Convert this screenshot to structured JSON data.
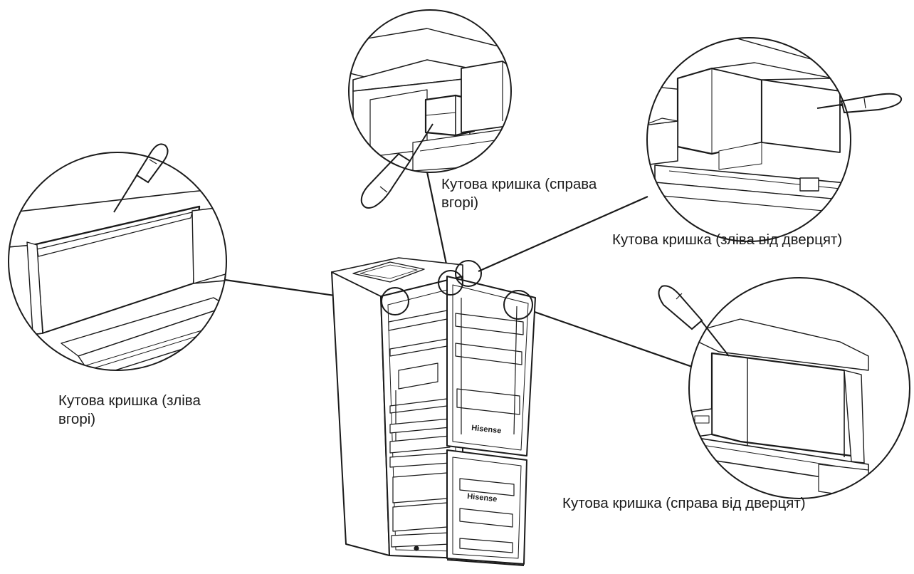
{
  "labels": {
    "top_left_cover": [
      "Кутова кришка (зліва",
      "вгорі)"
    ],
    "top_right_cover": [
      "Кутова кришка (справа",
      "вгорі)"
    ],
    "left_door_cover": "Кутова кришка (зліва від дверцят)",
    "right_door_cover": "Кутова кришка (справа від дверцят)"
  },
  "fridge_brand": "Hisense",
  "colors": {
    "ink": "#1a1a1a",
    "background": "#ffffff"
  }
}
